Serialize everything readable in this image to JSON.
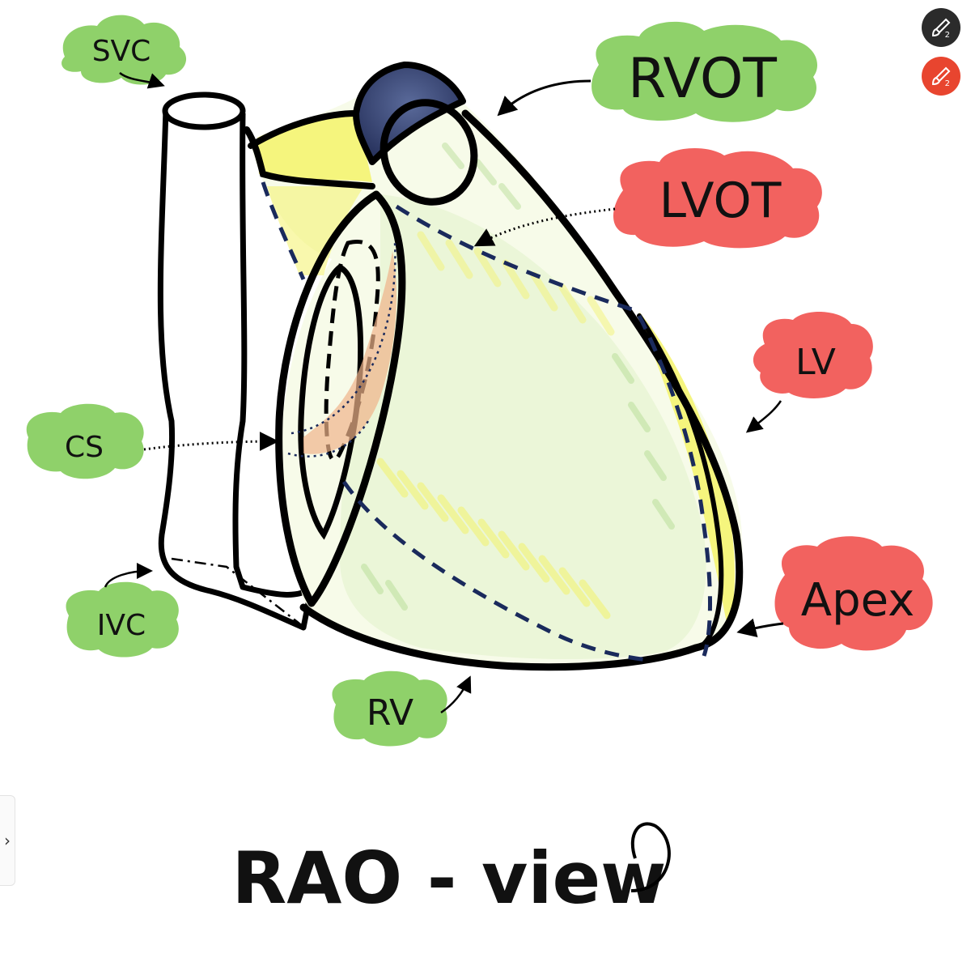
{
  "labels": {
    "svc": "SVC",
    "rvot": "RVOT",
    "lvot": "LVOT",
    "lv": "LV",
    "cs": "CS",
    "ivc": "IVC",
    "apex": "Apex",
    "rv": "RV"
  },
  "title": "RAO - view",
  "toolbar": {
    "black_brush": {
      "icon": "brush-icon",
      "count": "2",
      "color": "#2b2b2b"
    },
    "red_brush": {
      "icon": "brush-icon",
      "count": "2",
      "color": "#e8452f"
    }
  },
  "side_tab": {
    "icon": "chevron-right-icon",
    "glyph": "›"
  },
  "colors": {
    "green_bubble": "#8fd16a",
    "red_bubble": "#f2625f",
    "outline": "#000000",
    "dash_blue": "#1a2a5c",
    "yellow": "#f4f36a",
    "navy": "#3b4a7a",
    "orange": "#f0b48a"
  }
}
